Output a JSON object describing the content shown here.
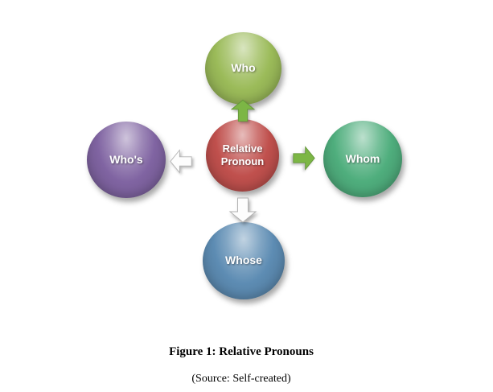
{
  "figure": {
    "caption": "Figure 1: Relative Pronouns",
    "source": "(Source: Self-created)"
  },
  "diagram": {
    "center": {
      "label": "Relative Pronoun",
      "color": "#c0504d"
    },
    "nodes": [
      {
        "position": "top",
        "label": "Who",
        "color": "#9bbb59"
      },
      {
        "position": "right",
        "label": "Whom",
        "color": "#4fae7d"
      },
      {
        "position": "left",
        "label": "Who's",
        "color": "#8064a2"
      },
      {
        "position": "bottom",
        "label": "Whose",
        "color": "#5d8cb3"
      }
    ],
    "arrows": [
      {
        "direction": "up",
        "fill": "#7cb645",
        "stroke": "#63963a"
      },
      {
        "direction": "right",
        "fill": "#7cb645",
        "stroke": "#63963a"
      },
      {
        "direction": "left",
        "fill": "#fdfdfd",
        "stroke": "#b3b3b3"
      },
      {
        "direction": "down",
        "fill": "#fdfdfd",
        "stroke": "#b3b3b3"
      }
    ]
  }
}
